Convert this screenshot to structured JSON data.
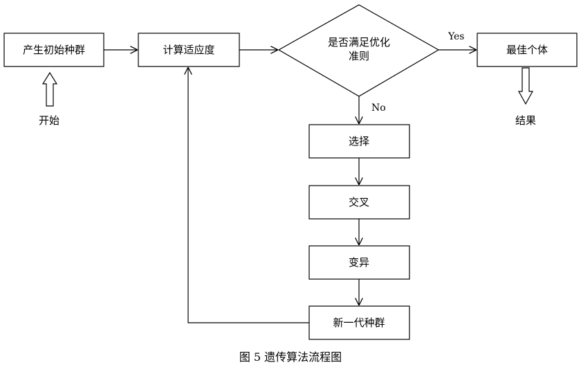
{
  "nodes": {
    "init_population": "产生初始种群",
    "compute_fitness": "计算适应度",
    "decision_line1": "是否满足优化",
    "decision_line2": "准则",
    "best_individual": "最佳个体",
    "selection": "选择",
    "crossover": "交叉",
    "mutation": "变异",
    "new_population": "新一代种群"
  },
  "terminals": {
    "start": "开始",
    "result": "结果"
  },
  "edges": {
    "yes": "Yes",
    "no": "No"
  },
  "caption": "图 5 遗传算法流程图"
}
